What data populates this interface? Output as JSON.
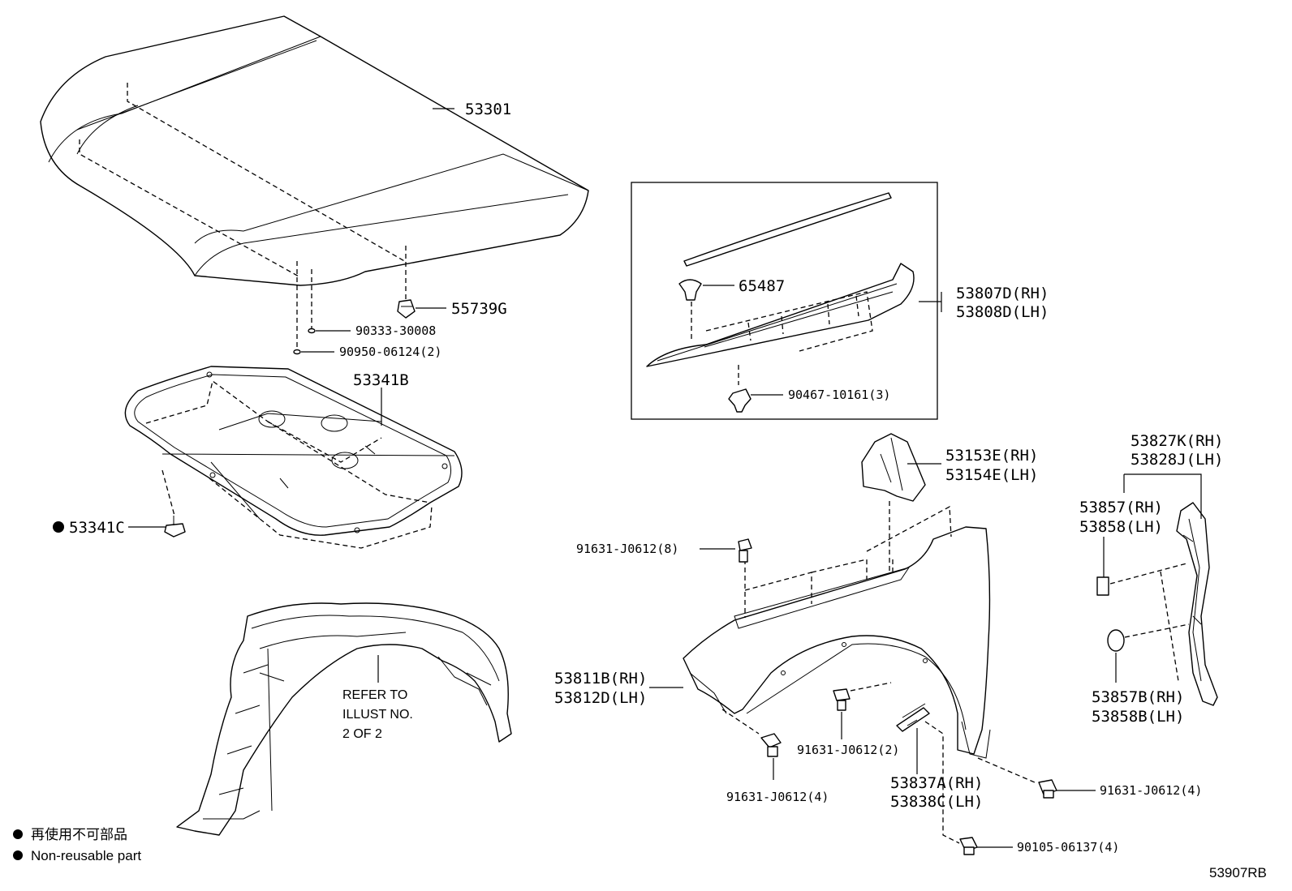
{
  "labels": {
    "hood": "53301",
    "cushion": "55739G",
    "screw_a": "90333-30008",
    "clip_a": "90950-06124(2)",
    "hood_insulator": "53341B",
    "insulator_clip": "53341C",
    "seal_clip": "65487",
    "seal_rh": "53807D(RH)",
    "seal_lh": "53808D(LH)",
    "seal_clip_b": "90467-10161(3)",
    "bracket_rh": "53153E(RH)",
    "bracket_lh": "53154E(LH)",
    "bolt_top": "91631-J0612(8)",
    "fender_rh": "53811B(RH)",
    "fender_lh": "53812D(LH)",
    "bolt_mid": "91631-J0612(2)",
    "bolt_front": "91631-J0612(4)",
    "bolt_rear": "91631-J0612(4)",
    "stay_rh": "53837A(RH)",
    "stay_lh": "53838C(LH)",
    "screw_b": "90105-06137(4)",
    "shield_rh": "53827K(RH)",
    "shield_lh": "53828J(LH)",
    "pad_rh": "53857(RH)",
    "pad_lh": "53858(LH)",
    "pad_b_rh": "53857B(RH)",
    "pad_b_lh": "53858B(LH)",
    "refer_line1": "REFER TO",
    "refer_line2": "ILLUST NO.",
    "refer_line3": "2 OF 2"
  },
  "legend": {
    "jp": "再使用不可部品",
    "en": "Non-reusable part"
  },
  "diagram_code": "53907RB"
}
